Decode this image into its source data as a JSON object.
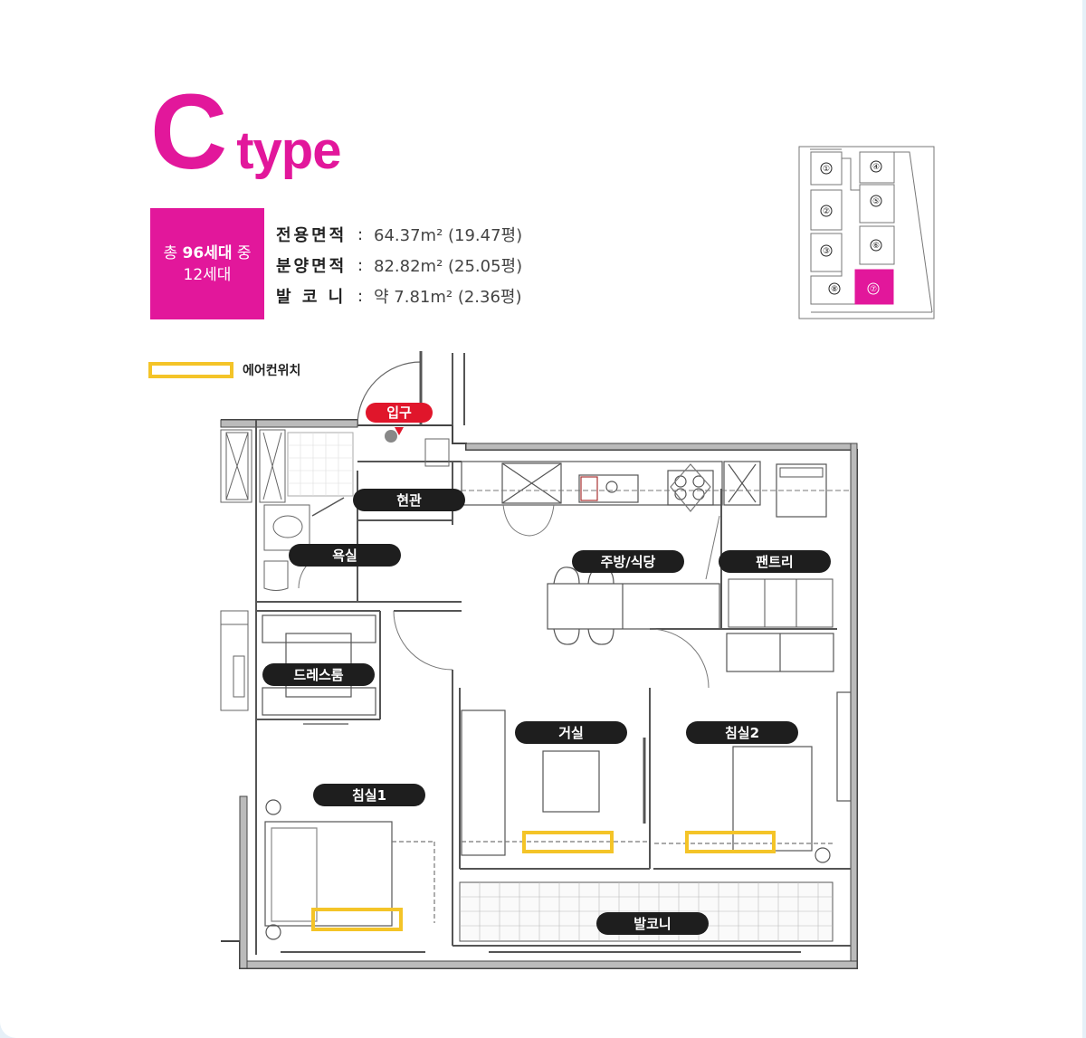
{
  "title": {
    "letter": "C",
    "suffix": "type"
  },
  "badge": {
    "line1_prefix": "총 ",
    "line1_bold": "96세대",
    "line1_suffix": " 중",
    "line2": "12세대"
  },
  "specs": [
    {
      "label": "전용면적",
      "value": "64.37m² (19.47평)"
    },
    {
      "label": "분양면적",
      "value": "82.82m² (25.05평)"
    },
    {
      "label": "발 코 니",
      "value": "약 7.81m² (2.36평)"
    }
  ],
  "legend": {
    "label": "에어컨위치",
    "color": "#f4c428"
  },
  "keyplan": {
    "units": [
      "①",
      "②",
      "③",
      "④",
      "⑤",
      "⑥",
      "⑦",
      "⑧"
    ],
    "highlight": "⑦",
    "highlight_color": "#e2179b"
  },
  "rooms": {
    "entrance_tag": "입구",
    "entrance_hall": "현관",
    "bathroom": "욕실",
    "kitchen": "주방/식당",
    "pantry": "팬트리",
    "dressroom": "드레스룸",
    "living": "거실",
    "bedroom2": "침실2",
    "bedroom1": "침실1",
    "balcony": "발코니"
  },
  "colors": {
    "brand": "#e2179b",
    "label_bg": "#1e1e1e",
    "entrance_red": "#e0162b",
    "wall": "#555555"
  }
}
